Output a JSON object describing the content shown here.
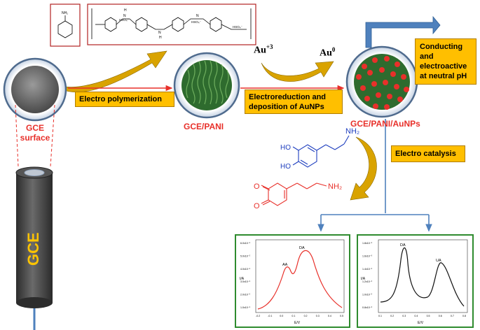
{
  "labels": {
    "gce_surface_line1": "GCE",
    "gce_surface_line2": "surface",
    "gce_rod": "GCE",
    "gce_pani": "GCE/PANI",
    "gce_pani_aunps": "GCE/PANI/AuNPs",
    "au3": "Au",
    "au3_sup": "+3",
    "au0": "Au",
    "au0_sup": "0"
  },
  "steps": {
    "electro_polymerization": "Electro polymerization",
    "electroreduction_line1": "Electroreduction and",
    "electroreduction_line2": "deposition of AuNPs",
    "conducting_line1": "Conducting",
    "conducting_line2": "and",
    "conducting_line3": "electroactive",
    "conducting_line4": "at neutral pH",
    "electro_catalysis": "Electro catalysis"
  },
  "molecules": {
    "aniline_nh2": "NH₂",
    "dopamine_ho1": "HO",
    "dopamine_ho2": "HO",
    "dopamine_nh2": "NH₂",
    "quinone_o1": "O",
    "quinone_o2": "O",
    "quinone_nh2": "NH₂",
    "pani_hso4": "HSO₄⁻",
    "pani_n": "N",
    "pani_h": "H"
  },
  "plot_left": {
    "peak1": "AA",
    "peak2": "DA",
    "xlabel": "E/V",
    "ylabel": "I/A",
    "xticks": [
      "-0.2",
      "-0.1",
      "0.0",
      "0.1",
      "0.2",
      "0.3",
      "0.4",
      "0.5"
    ],
    "yticks": [
      "1.0x10⁻⁵",
      "2.0x10⁻⁵",
      "3.0x10⁻⁵",
      "4.0x10⁻⁵",
      "5.0x10⁻⁵",
      "6.0x10⁻⁵"
    ]
  },
  "plot_right": {
    "peak1": "DA",
    "peak2": "UA",
    "xlabel": "E/V",
    "ylabel": "I/A",
    "xticks": [
      "0.1",
      "0.2",
      "0.3",
      "0.4",
      "0.5",
      "0.6",
      "0.7",
      "0.8"
    ],
    "yticks": [
      "0.8x10⁻⁶",
      "1.0x10⁻⁶",
      "1.2x10⁻⁶",
      "1.4x10⁻⁶",
      "1.6x10⁻⁶",
      "1.8x10⁻⁶"
    ]
  },
  "colors": {
    "red_label": "#e8302a",
    "orange_box": "#ffbf00",
    "arrow_gold": "#d9a300",
    "arrow_blue": "#4f81bd",
    "pani_green": "#2e6b2e",
    "plot_border": "#2e8b2e"
  }
}
